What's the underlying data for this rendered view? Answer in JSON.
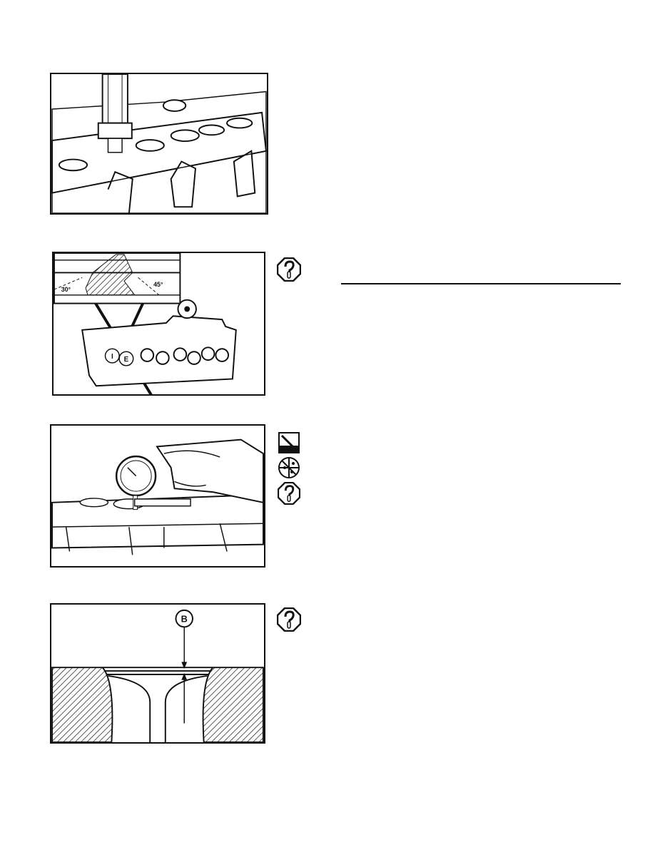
{
  "figures": [
    {
      "id": "valve-seat-cutter"
    },
    {
      "id": "seat-angles",
      "angle_left": "30°",
      "angle_right": "45°",
      "inlet_label": "I",
      "exhaust_label": "E"
    },
    {
      "id": "dial-gauge-measurement"
    },
    {
      "id": "valve-recess",
      "dimension_label": "B"
    }
  ],
  "icons": [
    "specification-icon",
    "measure-icon",
    "tool-set-icon",
    "specification-icon"
  ]
}
